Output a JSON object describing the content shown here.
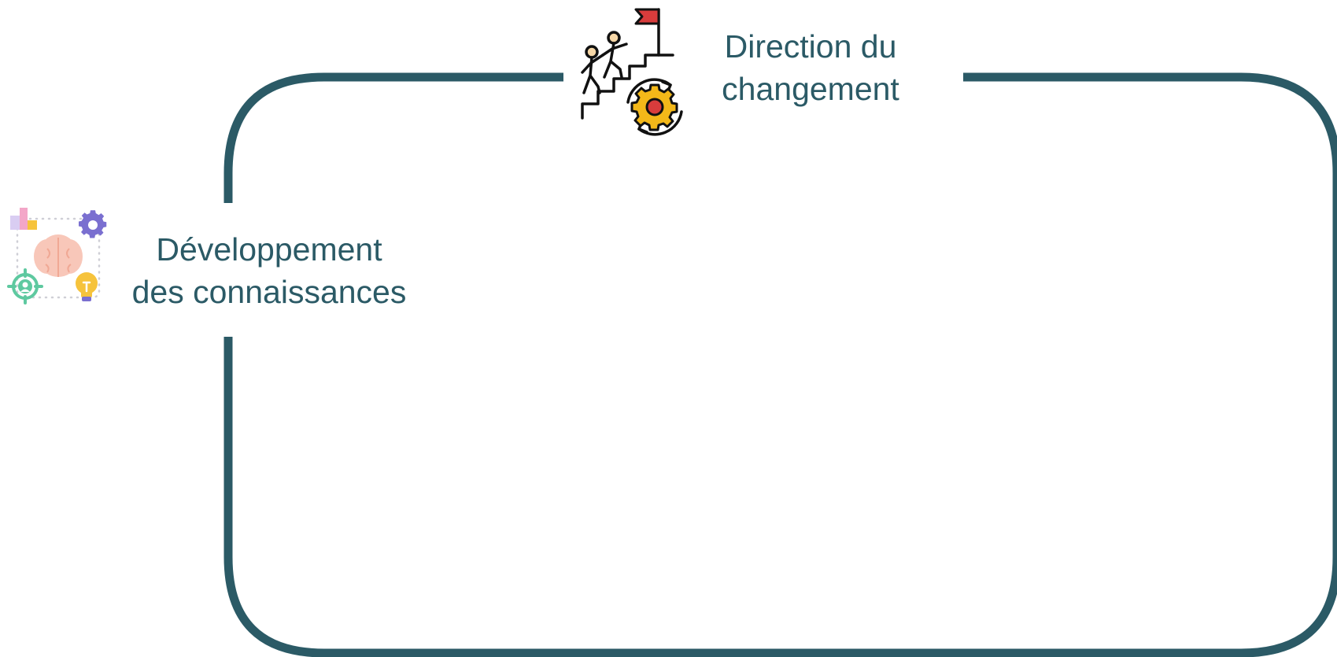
{
  "colors": {
    "frame": "#2b5a66",
    "label_text": "#2b5a66",
    "icon_outline": "#111111",
    "flag_red": "#d83c3c",
    "gear_yellow": "#f3b819",
    "figure_skin": "#f6d7a7",
    "brain_pink": "#f8c7b9",
    "gear_purple": "#7a6fd0",
    "target_green": "#5ec9a0",
    "bulb_yellow": "#f6c33c",
    "bar_pink": "#f3a6c8",
    "bar_lavender": "#d9cdf2",
    "bar_yellow": "#f6c33c",
    "dots_gray": "#cfcfd6"
  },
  "nodes": {
    "top": {
      "line1": "Direction du",
      "line2": "changement",
      "icon": "stairs-climbing-flag-gear-icon"
    },
    "left": {
      "line1": "Développement",
      "line2": "des connaissances",
      "icon": "brain-knowledge-icon"
    }
  }
}
